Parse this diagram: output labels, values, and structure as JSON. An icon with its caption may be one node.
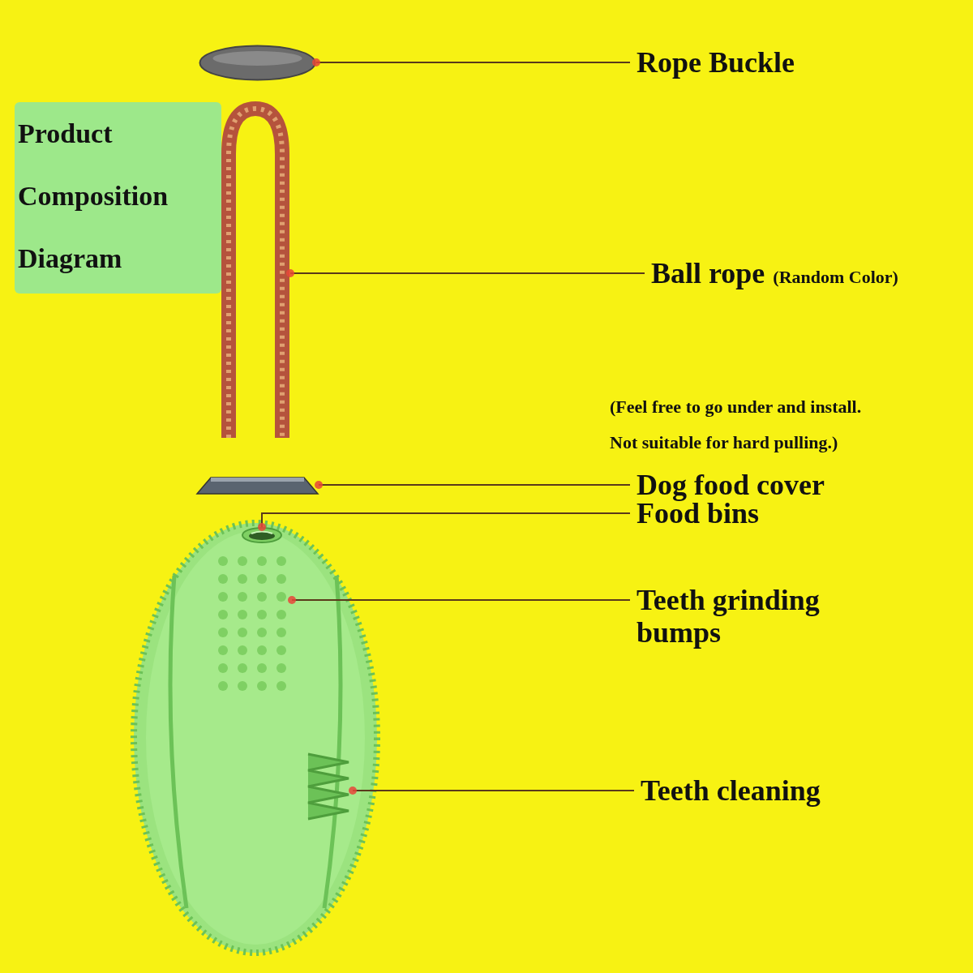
{
  "diagram": {
    "nodes": [
      {
        "text": [],
        "shape": "picture"
      },
      {
        "text": [
          "Rope Buckle"
        ]
      },
      {
        "text": [
          "Product Composition Diagram"
        ]
      },
      {
        "text": [],
        "shape": "picture"
      },
      {
        "text": [
          "Ball rope",
          "(Random Color)"
        ]
      },
      {
        "text": [],
        "shape": "picture"
      },
      {
        "text": [
          "Dog food cover"
        ]
      },
      {
        "text": [],
        "shape": "picture"
      },
      {
        "text": [],
        "shape": "picture",
        "in": 7
      },
      {
        "text": [
          "Food bins"
        ]
      },
      {
        "text": [],
        "shape": "picture",
        "in": 7
      },
      {
        "text": [
          "Teeth grinding bumps"
        ]
      },
      {
        "text": [],
        "shape": "picture",
        "in": 7
      },
      {
        "text": [
          "Teeth cleaning"
        ]
      }
    ],
    "edges": [
      {
        "from": 1,
        "to": 0,
        "arrow": "other"
      },
      {
        "from": 4,
        "to": 3,
        "arrow": "other"
      },
      {
        "from": 6,
        "to": 5,
        "arrow": "other"
      },
      {
        "from": 9,
        "to": 8,
        "arrow": "other"
      },
      {
        "from": 11,
        "to": 10,
        "arrow": "other"
      },
      {
        "from": 13,
        "to": 12,
        "arrow": "other"
      }
    ],
    "labels": [
      "(Feel free to go under and install. Not suitable for hard pulling.)"
    ]
  }
}
